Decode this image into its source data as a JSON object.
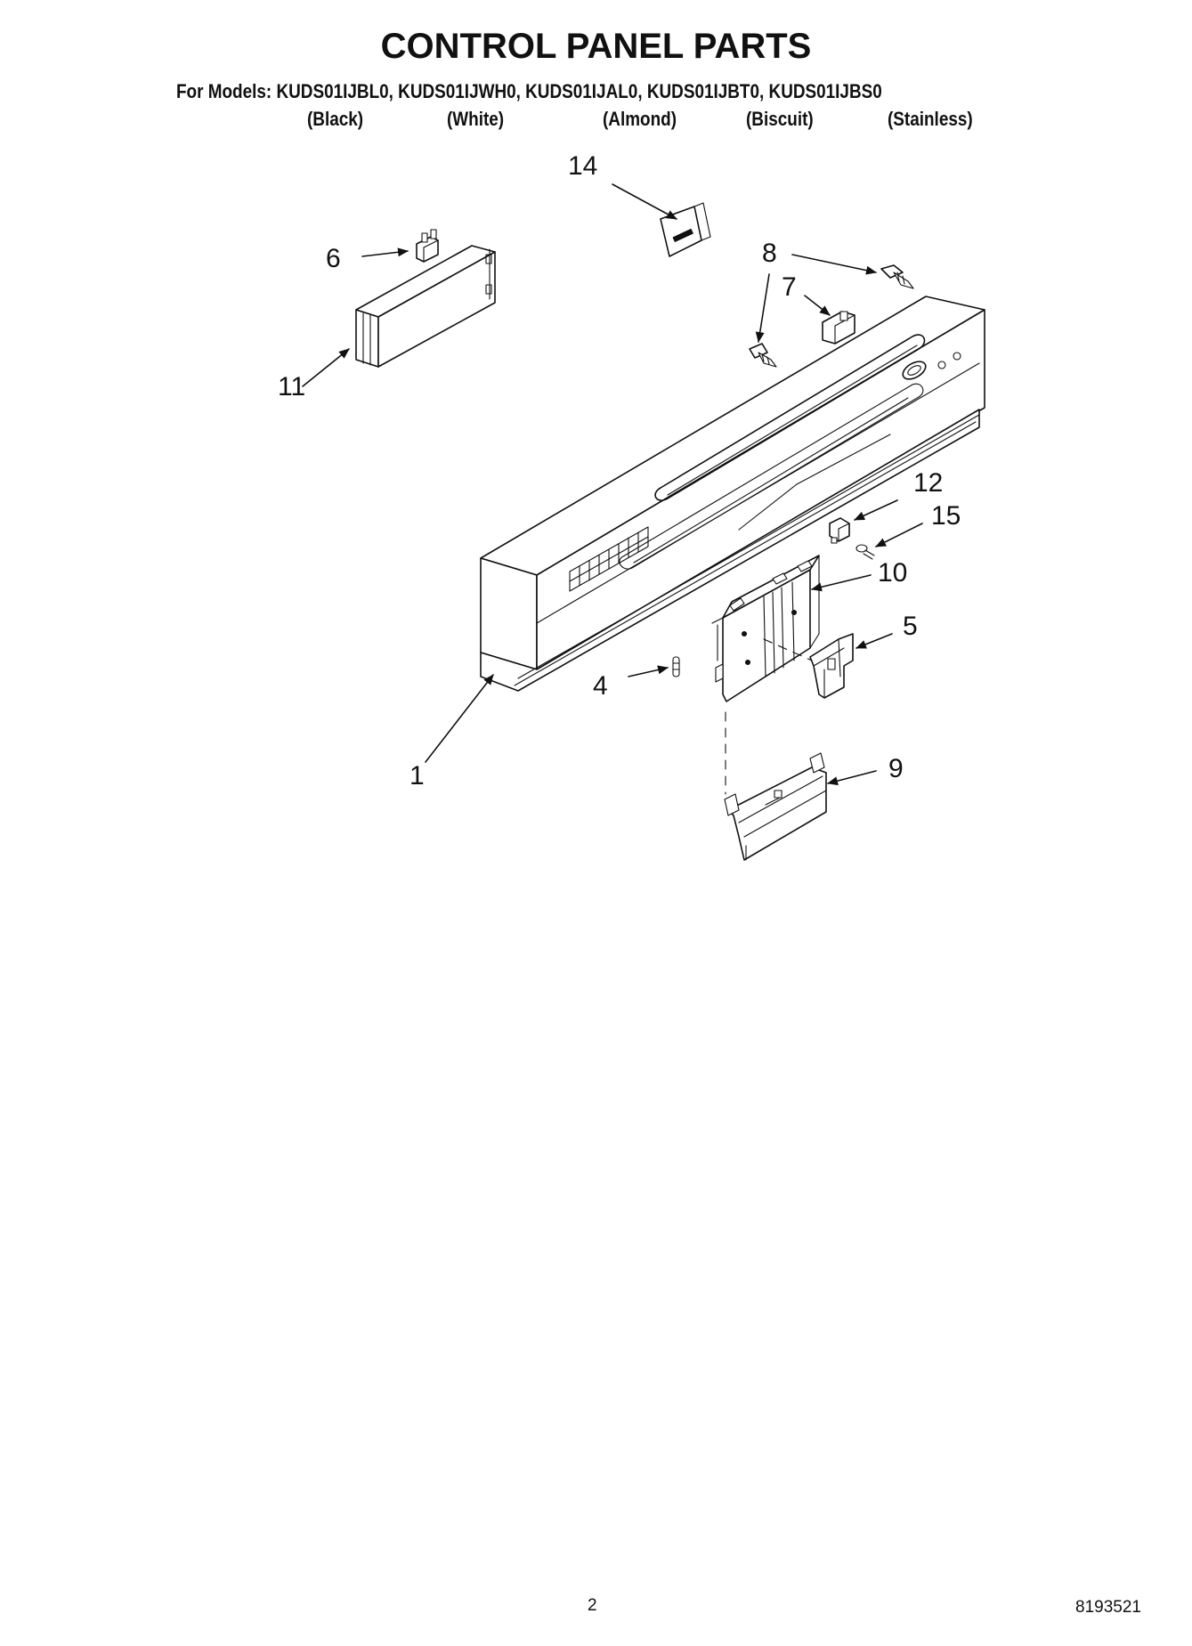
{
  "title": "CONTROL PANEL PARTS",
  "models_line": "For Models: KUDS01IJBL0, KUDS01IJWH0, KUDS01IJAL0, KUDS01IJBT0, KUDS01IJBS0",
  "colors": [
    "(Black)",
    "(White)",
    "(Almond)",
    "(Biscuit)",
    "(Stainless)"
  ],
  "callouts": {
    "c1": "1",
    "c4": "4",
    "c5": "5",
    "c6": "6",
    "c7": "7",
    "c8": "8",
    "c9": "9",
    "c10": "10",
    "c11": "11",
    "c12": "12",
    "c14": "14",
    "c15": "15"
  },
  "footer": {
    "page_number": "2",
    "document_number": "8193521"
  }
}
